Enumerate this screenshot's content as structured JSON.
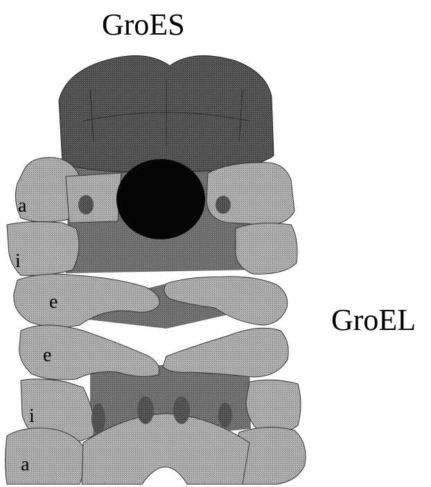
{
  "labels": {
    "top": "GroES",
    "right": "GroEL"
  },
  "domain_letters": {
    "upper_apical": "a",
    "upper_intermediate": "i",
    "upper_equatorial": "e",
    "lower_equatorial": "e",
    "lower_intermediate": "i",
    "lower_apical": "a"
  },
  "colors": {
    "background": "#ffffff",
    "groes": "#4a4a4a",
    "groel_subunit": "#a6a6a6",
    "groel_cavity": "#6b6b6b",
    "substrate_blob": "#050505",
    "outline": "#111111"
  }
}
